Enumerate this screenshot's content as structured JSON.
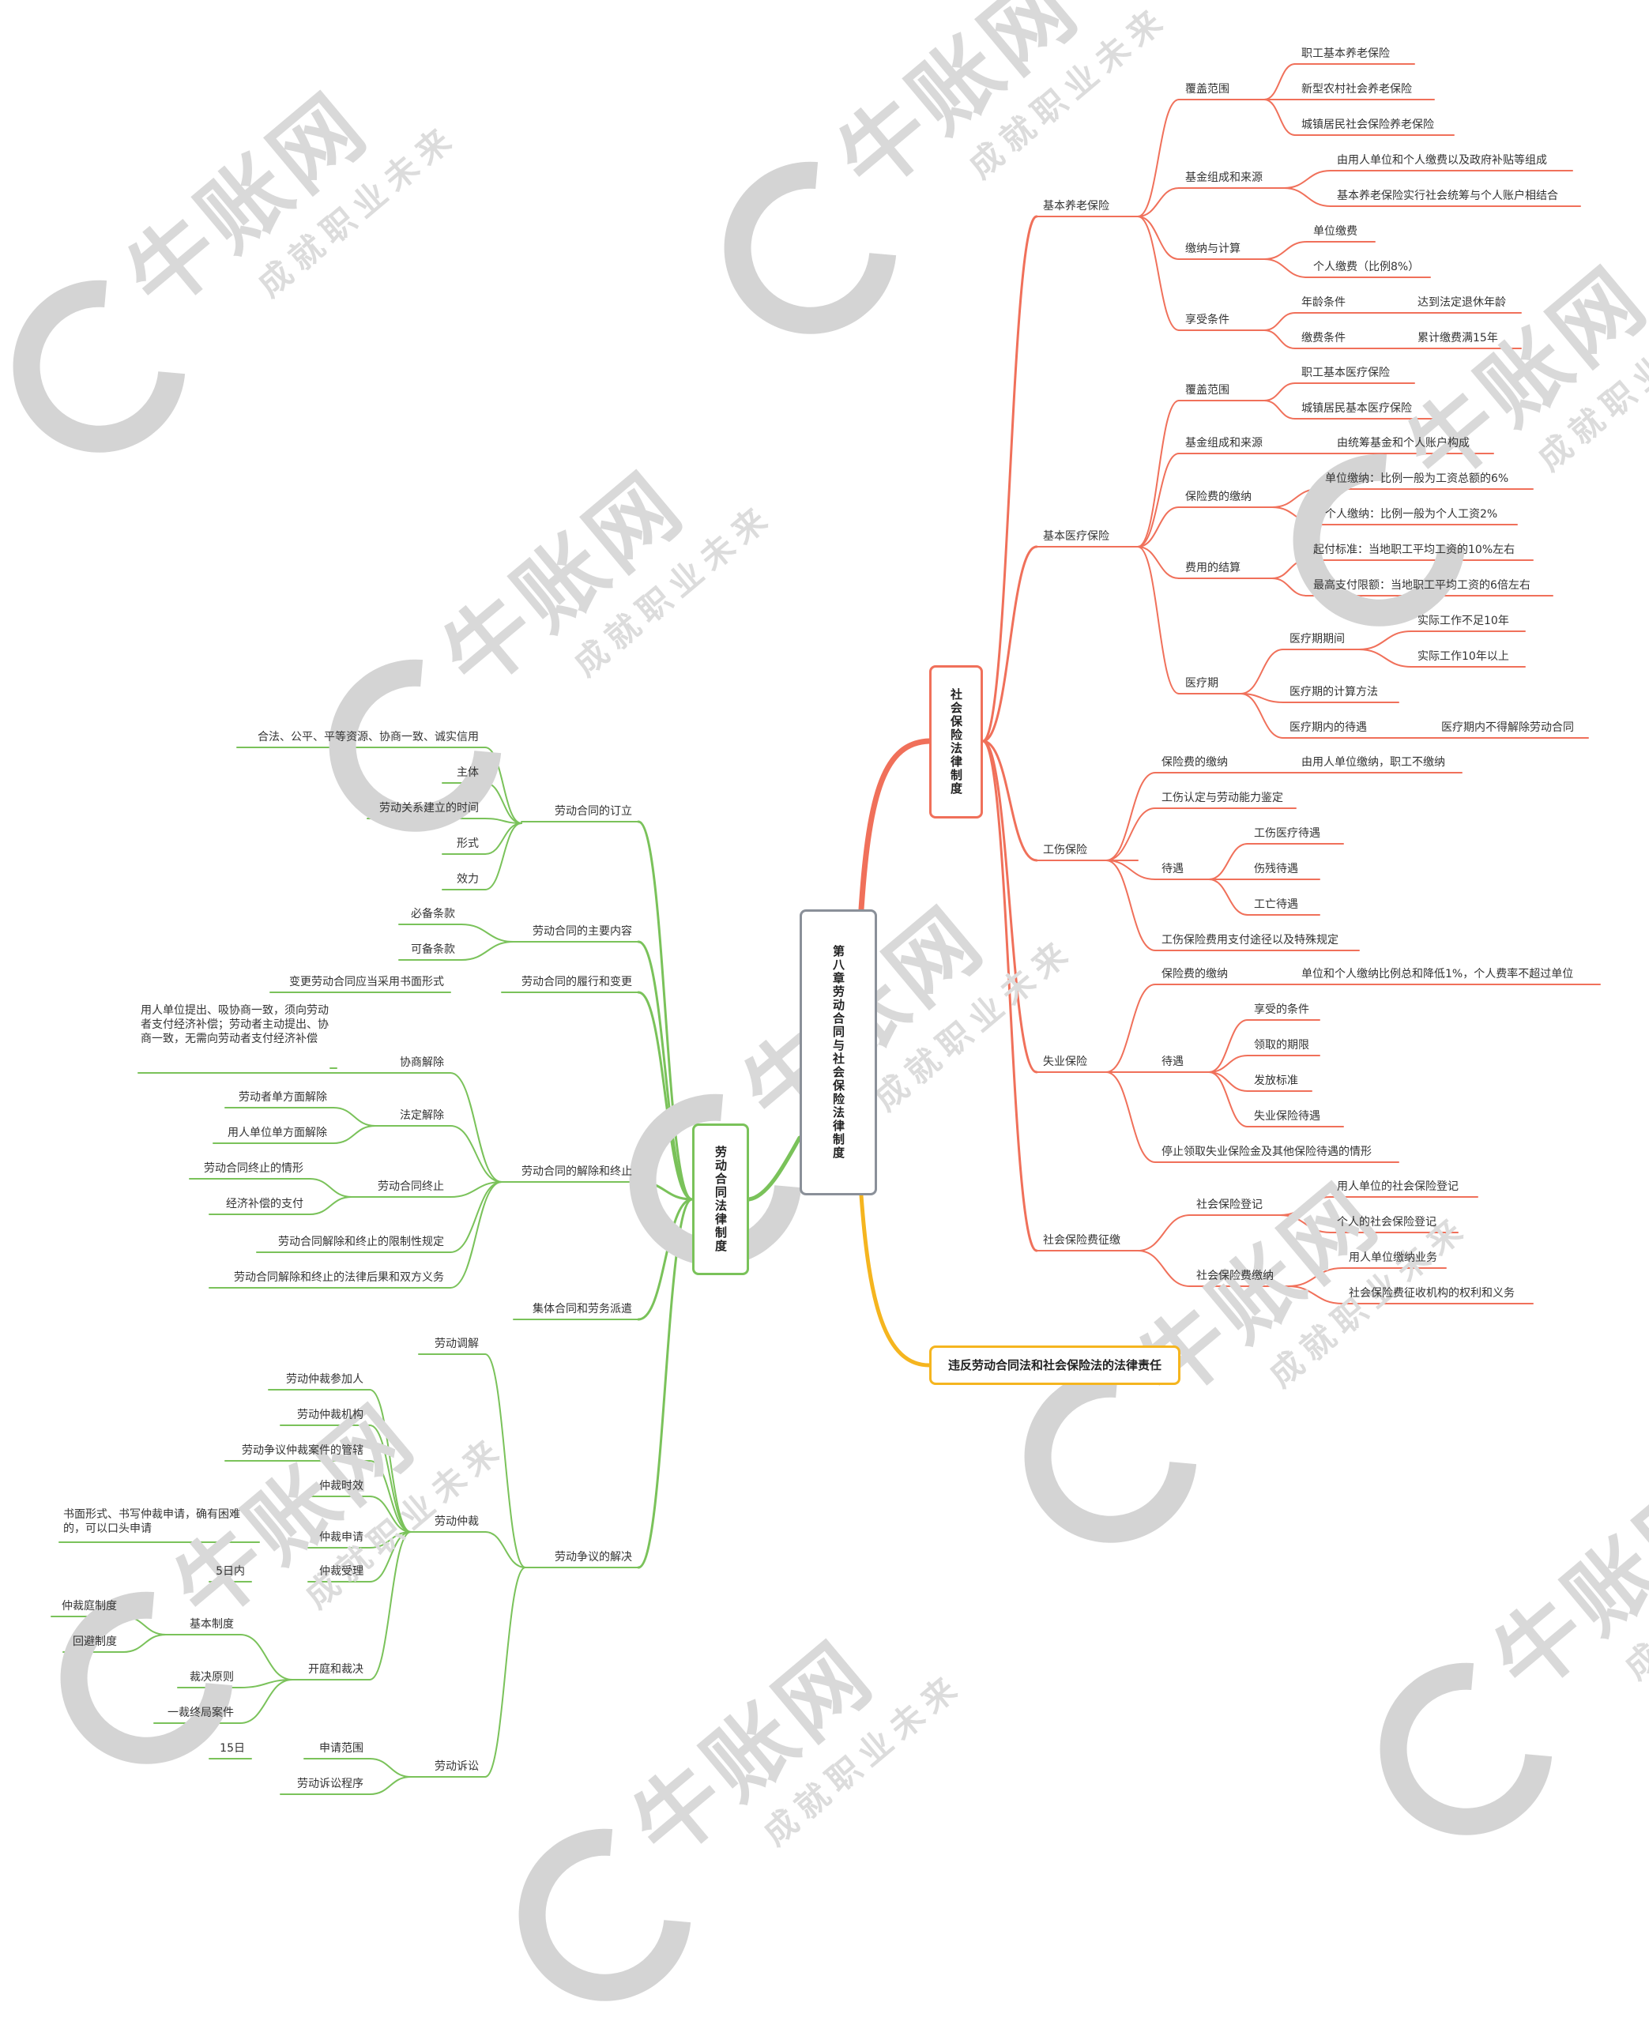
{
  "root": "第八章劳动合同与社会保险法律制度",
  "branches": {
    "social": "社会保险法律制度",
    "labor": "劳动合同法律制度",
    "liability": "违反劳动合同法和社会保险法的法律责任"
  },
  "watermark": {
    "brand": "牛账网",
    "slogan": "成就职业未来"
  },
  "colors": {
    "red": "#f0705a",
    "green": "#7ac25a",
    "orange": "#f5b51f",
    "root_border": "#8a9099"
  },
  "social_nodes": {
    "pension": "基本养老保险",
    "pension_scope": "覆盖范围",
    "pension_scope_1": "职工基本养老保险",
    "pension_scope_2": "新型农村社会养老保险",
    "pension_scope_3": "城镇居民社会保险养老保险",
    "pension_fund": "基金组成和来源",
    "pension_fund_1": "由用人单位和个人缴费以及政府补贴等组成",
    "pension_fund_2": "基本养老保险实行社会统筹与个人账户相结合",
    "pension_pay": "缴纳与计算",
    "pension_pay_1": "单位缴费",
    "pension_pay_2": "个人缴费（比例8%）",
    "pension_enjoy": "享受条件",
    "pension_enjoy_age": "年龄条件",
    "pension_enjoy_age_v": "达到法定退休年龄",
    "pension_enjoy_pay": "缴费条件",
    "pension_enjoy_pay_v": "累计缴费满15年",
    "medical": "基本医疗保险",
    "med_scope": "覆盖范围",
    "med_scope_1": "职工基本医疗保险",
    "med_scope_2": "城镇居民基本医疗保险",
    "med_fund": "基金组成和来源",
    "med_fund_1": "由统筹基金和个人账户构成",
    "med_pay": "保险费的缴纳",
    "med_pay_1": "单位缴纳：比例一般为工资总额的6%",
    "med_pay_2": "个人缴纳：比例一般为个人工资2%",
    "med_settle": "费用的结算",
    "med_settle_1": "起付标准：当地职工平均工资的10%左右",
    "med_settle_2": "最高支付限额：当地职工平均工资的6倍左右",
    "med_period": "医疗期",
    "med_period_term": "医疗期期间",
    "med_period_term_1": "实际工作不足10年",
    "med_period_term_2": "实际工作10年以上",
    "med_period_calc": "医疗期的计算方法",
    "med_period_treat": "医疗期内的待遇",
    "med_period_treat_v": "医疗期内不得解除劳动合同",
    "injury": "工伤保险",
    "inj_pay": "保险费的缴纳",
    "inj_pay_v": "由用人单位缴纳，职工不缴纳",
    "inj_identify": "工伤认定与劳动能力鉴定",
    "inj_treat": "待遇",
    "inj_treat_1": "工伤医疗待遇",
    "inj_treat_2": "伤残待遇",
    "inj_treat_3": "工亡待遇",
    "inj_special": "工伤保险费用支付途径以及特殊规定",
    "unemp": "失业保险",
    "unemp_pay": "保险费的缴纳",
    "unemp_pay_v": "单位和个人缴纳比例总和降低1%，个人费率不超过单位",
    "unemp_treat": "待遇",
    "unemp_treat_1": "享受的条件",
    "unemp_treat_2": "领取的期限",
    "unemp_treat_3": "发放标准",
    "unemp_treat_4": "失业保险待遇",
    "unemp_stop": "停止领取失业保险金及其他保险待遇的情形",
    "levy": "社会保险费征缴",
    "levy_reg": "社会保险登记",
    "levy_reg_1": "用人单位的社会保险登记",
    "levy_reg_2": "个人的社会保险登记",
    "levy_pay": "社会保险费缴纳",
    "levy_pay_1": "用人单位缴纳业务",
    "levy_pay_2": "社会保险费征收机构的权利和义务"
  },
  "labor_nodes": {
    "sign": "劳动合同的订立",
    "sign_1": "合法、公平、平等资源、协商一致、诚实信用",
    "sign_2": "主体",
    "sign_3": "劳动关系建立的时间",
    "sign_4": "形式",
    "sign_5": "效力",
    "content": "劳动合同的主要内容",
    "content_1": "必备条款",
    "content_2": "可备条款",
    "perform": "劳动合同的履行和变更",
    "perform_1": "变更劳动合同应当采用书面形式",
    "term": "劳动合同的解除和终止",
    "term_nego": "协商解除",
    "term_nego_v": "用人单位提出、吸协商一致，须向劳动者支付经济补偿；劳动者主动提出、协商一致，无需向劳动者支付经济补偿",
    "term_legal": "法定解除",
    "term_legal_1": "劳动者单方面解除",
    "term_legal_2": "用人单位单方面解除",
    "term_end": "劳动合同终止",
    "term_end_1": "劳动合同终止的情形",
    "term_end_2": "经济补偿的支付",
    "term_limit": "劳动合同解除和终止的限制性规定",
    "term_result": "劳动合同解除和终止的法律后果和双方义务",
    "collective": "集体合同和劳务派遣",
    "dispute": "劳动争议的解决",
    "mediation": "劳动调解",
    "arb": "劳动仲裁",
    "arb_1": "劳动仲裁参加人",
    "arb_2": "劳动仲裁机构",
    "arb_3": "劳动争议仲裁案件的管辖",
    "arb_4": "仲裁时效",
    "arb_apply": "仲裁申请",
    "arb_apply_v": "书面形式、书写仲裁申请，确有困难的，可以口头申请",
    "arb_accept": "仲裁受理",
    "arb_accept_v": "5日内",
    "arb_hear": "开庭和裁决",
    "arb_basic": "基本制度",
    "arb_basic_1": "仲裁庭制度",
    "arb_basic_2": "回避制度",
    "arb_principle": "裁决原则",
    "arb_final": "一裁终局案件",
    "lit": "劳动诉讼",
    "lit_scope": "申请范围",
    "lit_scope_v": "15日",
    "lit_proc": "劳动诉讼程序"
  }
}
